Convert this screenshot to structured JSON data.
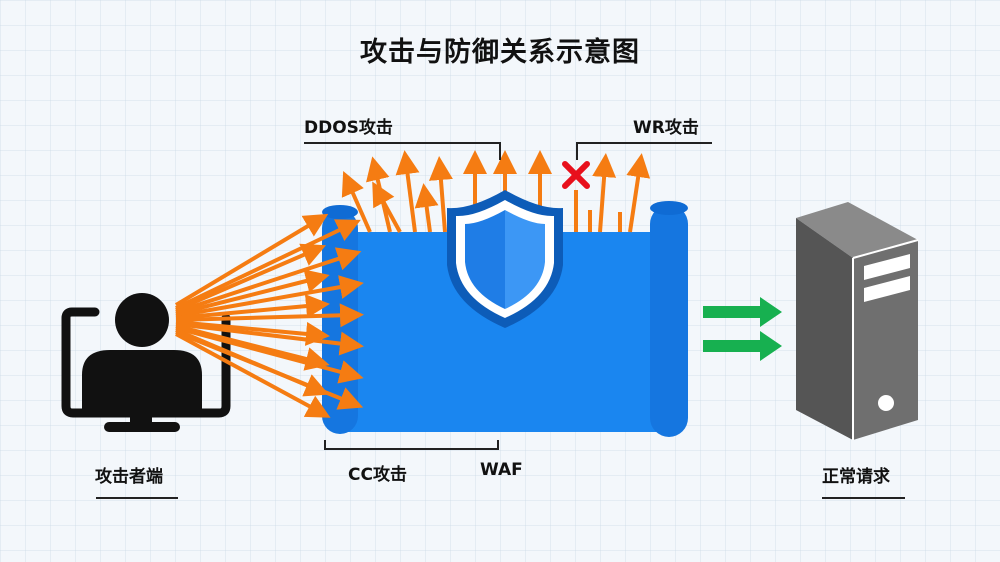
{
  "title": "攻击与防御关系示意图",
  "labels": {
    "ddos": "DDOS攻击",
    "wr": "WR攻击",
    "cc": "CC攻击",
    "waf": "WAF",
    "attacker": "攻击者端",
    "normal": "正常请求"
  },
  "colors": {
    "attack_arrow": "#f57c12",
    "waf_blue": "#1a86f0",
    "shield_dark": "#0d5cb8",
    "blocked_x": "#e8101c",
    "normal_arrow": "#17b050",
    "server_gray": "#6f6f6f"
  },
  "icons": {
    "attacker": "computer-user-icon",
    "shield": "shield-icon",
    "blocked": "x-mark-icon",
    "server": "server-tower-icon"
  }
}
